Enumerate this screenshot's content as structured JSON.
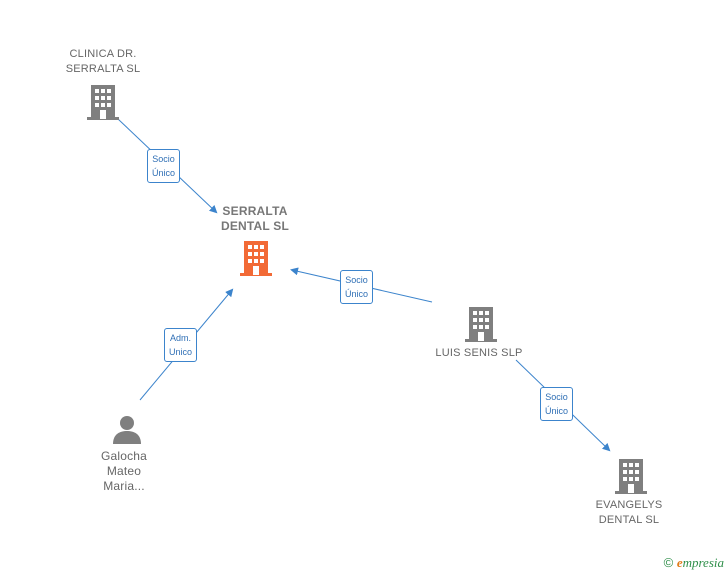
{
  "nodes": {
    "clinica": {
      "lines": [
        "CLINICA DR.",
        "SERRALTA  SL"
      ],
      "icon": "building-icon",
      "color": "#7f7f7f"
    },
    "serralta": {
      "lines": [
        "SERRALTA",
        "DENTAL  SL"
      ],
      "icon": "building-icon",
      "color": "#f26a36"
    },
    "luis": {
      "lines": [
        "LUIS SENIS  SLP"
      ],
      "icon": "building-icon",
      "color": "#7f7f7f"
    },
    "galocha": {
      "lines": [
        "Galocha",
        "Mateo",
        "Maria..."
      ],
      "icon": "person-icon",
      "color": "#7f7f7f"
    },
    "evangelys": {
      "lines": [
        "EVANGELYS",
        "DENTAL  SL"
      ],
      "icon": "building-icon",
      "color": "#7f7f7f"
    }
  },
  "edges": [
    {
      "from": "clinica",
      "to": "serralta",
      "label": [
        "Socio",
        "Único"
      ]
    },
    {
      "from": "luis",
      "to": "serralta",
      "label": [
        "Socio",
        "Único"
      ]
    },
    {
      "from": "galocha",
      "to": "serralta",
      "label": [
        "Adm.",
        "Unico"
      ]
    },
    {
      "from": "luis",
      "to": "evangelys",
      "label": [
        "Socio",
        "Único"
      ]
    }
  ],
  "footer": {
    "copyright": "©",
    "brand_first": "e",
    "brand_rest": "mpresia"
  },
  "colors": {
    "edge": "#3c84cc",
    "accent": "#f26a36",
    "node": "#7f7f7f"
  }
}
